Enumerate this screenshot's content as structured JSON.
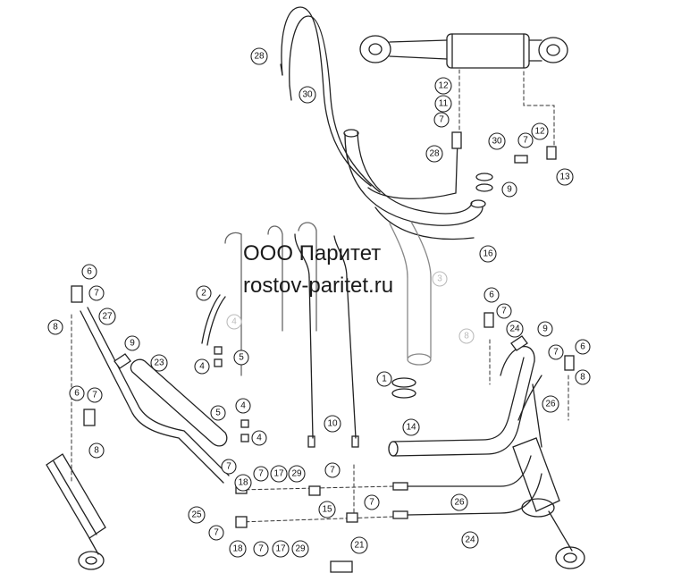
{
  "watermark": {
    "company": "ООО Паритет",
    "site": "rostov-paritet.ru"
  },
  "callouts": [
    {
      "id": "c28a",
      "label": "28",
      "faint": false
    },
    {
      "id": "c30a",
      "label": "30",
      "faint": false
    },
    {
      "id": "c12a",
      "label": "12",
      "faint": false
    },
    {
      "id": "c11",
      "label": "11",
      "faint": false
    },
    {
      "id": "c7a",
      "label": "7",
      "faint": false
    },
    {
      "id": "c12b",
      "label": "12",
      "faint": false
    },
    {
      "id": "c7b",
      "label": "7",
      "faint": false
    },
    {
      "id": "c13",
      "label": "13",
      "faint": false
    },
    {
      "id": "c28b",
      "label": "28",
      "faint": false
    },
    {
      "id": "c30b",
      "label": "30",
      "faint": false
    },
    {
      "id": "c9a",
      "label": "9",
      "faint": false
    },
    {
      "id": "c16",
      "label": "16",
      "faint": false
    },
    {
      "id": "c3",
      "label": "3",
      "faint": true
    },
    {
      "id": "c2",
      "label": "2",
      "faint": false
    },
    {
      "id": "c4a",
      "label": "4",
      "faint": true
    },
    {
      "id": "c4b",
      "label": "4",
      "faint": false
    },
    {
      "id": "c5a",
      "label": "5",
      "faint": false
    },
    {
      "id": "c6a",
      "label": "6",
      "faint": false
    },
    {
      "id": "c7c",
      "label": "7",
      "faint": false
    },
    {
      "id": "c8a",
      "label": "8",
      "faint": false
    },
    {
      "id": "c27",
      "label": "27",
      "faint": false
    },
    {
      "id": "c9b",
      "label": "9",
      "faint": false
    },
    {
      "id": "c23",
      "label": "23",
      "faint": false
    },
    {
      "id": "c6b",
      "label": "6",
      "faint": false
    },
    {
      "id": "c7d",
      "label": "7",
      "faint": false
    },
    {
      "id": "c8b",
      "label": "8",
      "faint": false
    },
    {
      "id": "c5b",
      "label": "5",
      "faint": false
    },
    {
      "id": "c4c",
      "label": "4",
      "faint": false
    },
    {
      "id": "c4d",
      "label": "4",
      "faint": false
    },
    {
      "id": "c10",
      "label": "10",
      "faint": false
    },
    {
      "id": "c1",
      "label": "1",
      "faint": false
    },
    {
      "id": "c14",
      "label": "14",
      "faint": false
    },
    {
      "id": "c6c",
      "label": "6",
      "faint": false
    },
    {
      "id": "c7e",
      "label": "7",
      "faint": false
    },
    {
      "id": "c24a",
      "label": "24",
      "faint": false
    },
    {
      "id": "c9c",
      "label": "9",
      "faint": false
    },
    {
      "id": "c8c",
      "label": "8",
      "faint": true
    },
    {
      "id": "c7f",
      "label": "7",
      "faint": false
    },
    {
      "id": "c6d",
      "label": "6",
      "faint": false
    },
    {
      "id": "c8d",
      "label": "8",
      "faint": false
    },
    {
      "id": "c26a",
      "label": "26",
      "faint": false
    },
    {
      "id": "c7g",
      "label": "7",
      "faint": false
    },
    {
      "id": "c18a",
      "label": "18",
      "faint": false
    },
    {
      "id": "c7h",
      "label": "7",
      "faint": false
    },
    {
      "id": "c17a",
      "label": "17",
      "faint": false
    },
    {
      "id": "c29a",
      "label": "29",
      "faint": false
    },
    {
      "id": "c7i",
      "label": "7",
      "faint": false
    },
    {
      "id": "c15",
      "label": "15",
      "faint": false
    },
    {
      "id": "c7j",
      "label": "7",
      "faint": false
    },
    {
      "id": "c25",
      "label": "25",
      "faint": false
    },
    {
      "id": "c26b",
      "label": "26",
      "faint": false
    },
    {
      "id": "c7k",
      "label": "7",
      "faint": false
    },
    {
      "id": "c18b",
      "label": "18",
      "faint": false
    },
    {
      "id": "c7l",
      "label": "7",
      "faint": false
    },
    {
      "id": "c17b",
      "label": "17",
      "faint": false
    },
    {
      "id": "c29b",
      "label": "29",
      "faint": false
    },
    {
      "id": "c24b",
      "label": "24",
      "faint": false
    },
    {
      "id": "c21",
      "label": "21",
      "faint": false
    }
  ]
}
